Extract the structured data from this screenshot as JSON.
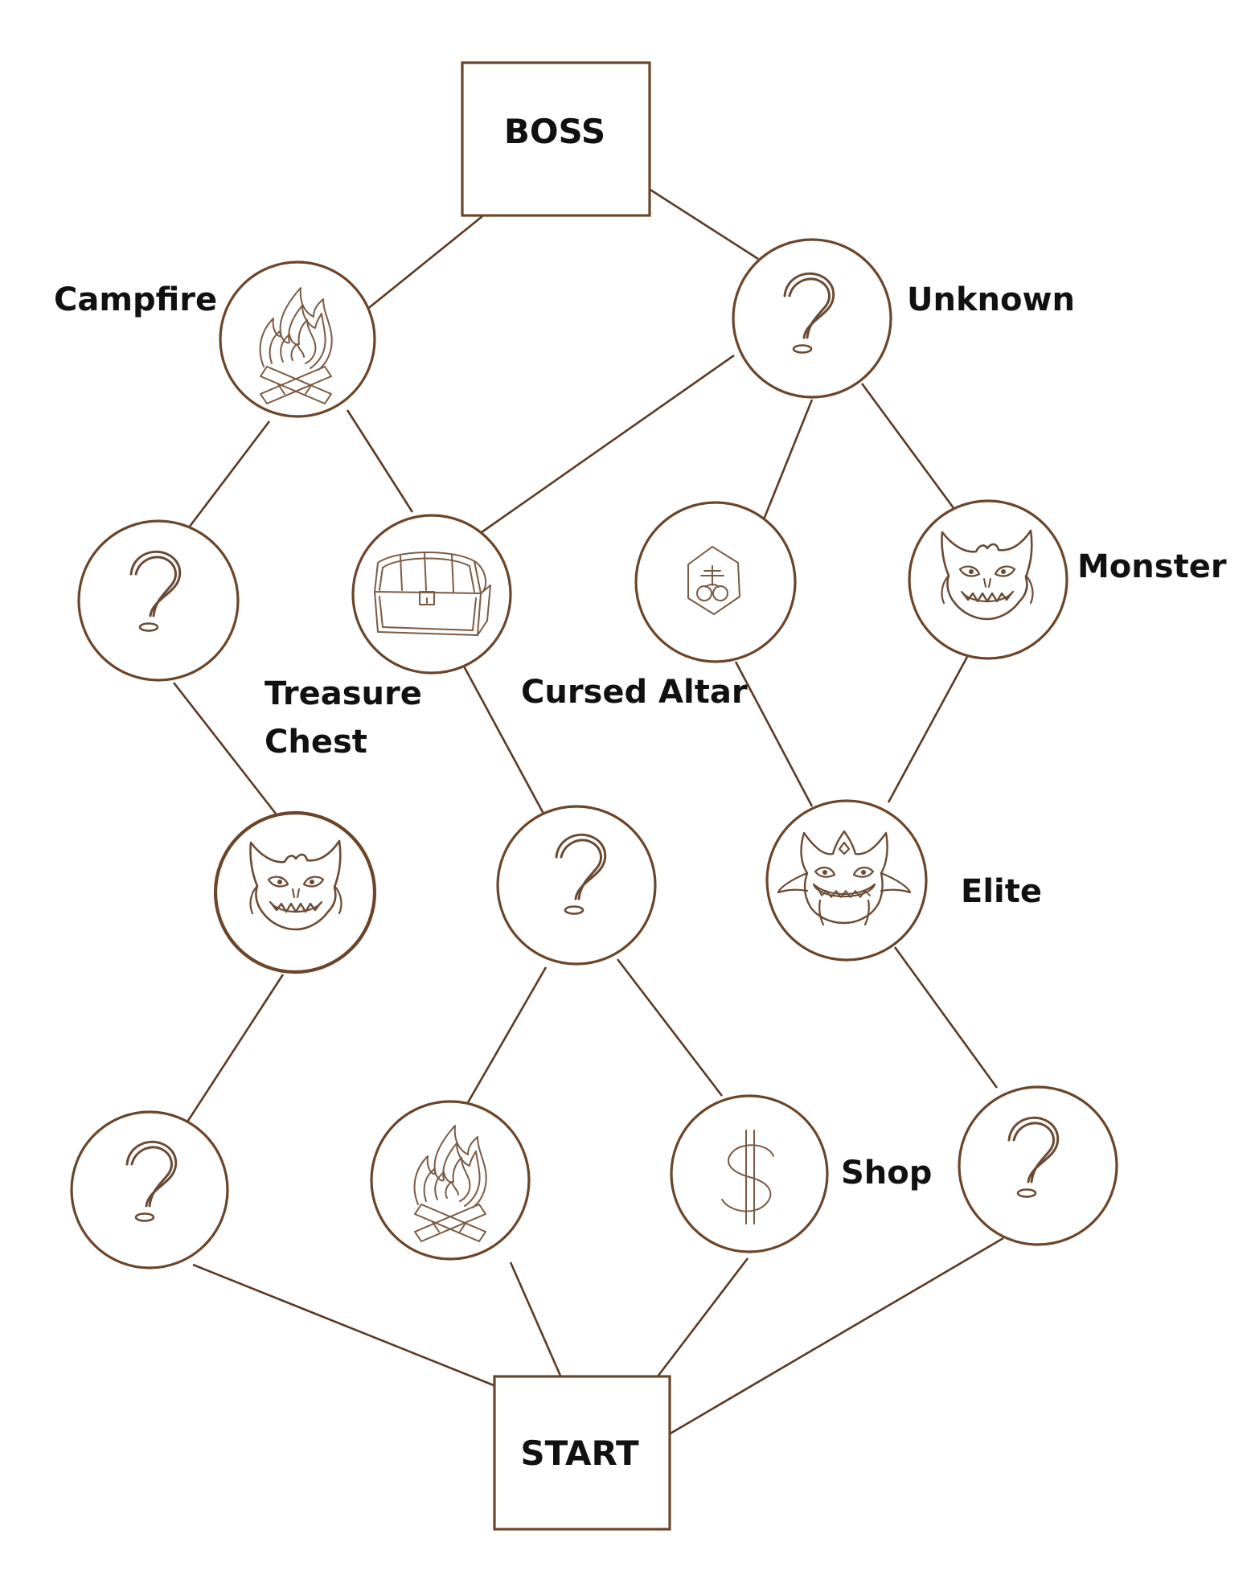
{
  "map": {
    "boss_label": "BOSS",
    "start_label": "START",
    "labels": {
      "campfire": "Campfire",
      "unknown": "Unknown",
      "monster": "Monster",
      "treasure_line1": "Treasure",
      "treasure_line2": "Chest",
      "cursed_altar": "Cursed Altar",
      "elite": "Elite",
      "shop": "Shop"
    },
    "nodes": [
      {
        "id": "boss",
        "type": "boss"
      },
      {
        "id": "r4-campfire",
        "type": "campfire"
      },
      {
        "id": "r4-unknown",
        "type": "unknown"
      },
      {
        "id": "r3-unknown",
        "type": "unknown"
      },
      {
        "id": "r3-treasure",
        "type": "treasure-chest"
      },
      {
        "id": "r3-altar",
        "type": "cursed-altar"
      },
      {
        "id": "r3-monster",
        "type": "monster"
      },
      {
        "id": "r2-monster",
        "type": "monster"
      },
      {
        "id": "r2-unknown",
        "type": "unknown"
      },
      {
        "id": "r2-elite",
        "type": "elite"
      },
      {
        "id": "r1-unknown-a",
        "type": "unknown"
      },
      {
        "id": "r1-campfire",
        "type": "campfire"
      },
      {
        "id": "r1-shop",
        "type": "shop"
      },
      {
        "id": "r1-unknown-b",
        "type": "unknown"
      },
      {
        "id": "start",
        "type": "start"
      }
    ],
    "edges": [
      [
        "start",
        "r1-unknown-a"
      ],
      [
        "start",
        "r1-campfire"
      ],
      [
        "start",
        "r1-shop"
      ],
      [
        "start",
        "r1-unknown-b"
      ],
      [
        "r1-unknown-a",
        "r2-monster"
      ],
      [
        "r1-campfire",
        "r2-unknown"
      ],
      [
        "r1-shop",
        "r2-unknown"
      ],
      [
        "r1-unknown-b",
        "r2-elite"
      ],
      [
        "r2-monster",
        "r3-unknown"
      ],
      [
        "r2-unknown",
        "r3-treasure"
      ],
      [
        "r2-elite",
        "r3-altar"
      ],
      [
        "r2-elite",
        "r3-monster"
      ],
      [
        "r3-unknown",
        "r4-campfire"
      ],
      [
        "r3-treasure",
        "r4-campfire"
      ],
      [
        "r3-treasure",
        "r4-unknown"
      ],
      [
        "r3-altar",
        "r4-unknown"
      ],
      [
        "r3-monster",
        "r4-unknown"
      ],
      [
        "r4-campfire",
        "boss"
      ],
      [
        "r4-unknown",
        "boss"
      ]
    ],
    "colors": {
      "ink": "#6b4529",
      "line": "#5b3a24",
      "text": "#111111",
      "background": "#ffffff"
    },
    "icons": {
      "campfire": "campfire-icon",
      "unknown": "question-mark-icon",
      "treasure": "treasure-chest-icon",
      "altar": "cursed-altar-icon",
      "monster": "monster-face-icon",
      "elite": "elite-face-icon",
      "shop": "dollar-sign-icon"
    }
  }
}
